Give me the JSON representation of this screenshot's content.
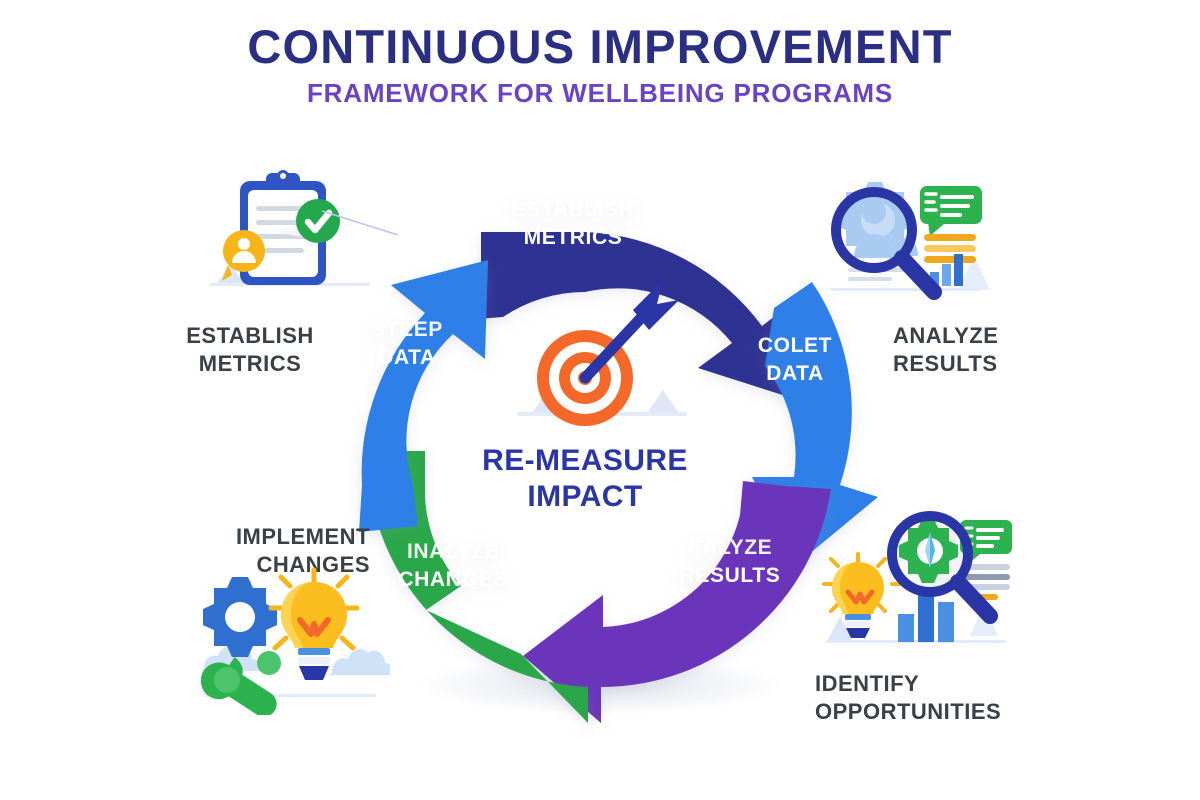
{
  "header": {
    "title": "CONTINUOUS IMPROVEMENT",
    "subtitle": "FRAMEWORK FOR WELLBEING PROGRAMS",
    "title_color": "#2b2f84",
    "subtitle_color": "#6a43c4"
  },
  "center": {
    "line1": "RE-MEASURE",
    "line2": "IMPACT",
    "color": "#2b36a6",
    "icon": "target-arrow-icon"
  },
  "cycle": {
    "type": "circular-process",
    "segment_count": 5,
    "direction": "clockwise",
    "segments": [
      {
        "id": "establish-metrics",
        "line1": "ESTABLISH",
        "line2": "METRICS",
        "color": "#2e3192",
        "position": "top"
      },
      {
        "id": "collect-data",
        "line1": "COLET",
        "line2": "DATA",
        "color": "#2f80e8",
        "position": "right"
      },
      {
        "id": "analyze-results",
        "line1": "SALYZE",
        "line2": "RESULTS",
        "color": "#6b34ba",
        "position": "bottom-right"
      },
      {
        "id": "implement-changes",
        "line1": "INALYZE",
        "line2": "CHANGES",
        "color": "#2ba84a",
        "position": "bottom-left"
      },
      {
        "id": "step-data",
        "line1": "STEEP",
        "line2": "DATA",
        "color": "#2f80e8",
        "position": "left"
      }
    ]
  },
  "outer_labels": [
    {
      "id": "establish-metrics",
      "line1": "ESTABLISH",
      "line2": "METRICS",
      "icon": "clipboard-check-icon"
    },
    {
      "id": "analyze-results",
      "line1": "ANALYZE",
      "line2": "RESULTS",
      "icon": "magnifier-gear-icon"
    },
    {
      "id": "identify-opportunities",
      "line1": "IDENTIFY",
      "line2": "OPPORTUNITIES",
      "icon": "magnifier-lightbulb-chart-icon"
    },
    {
      "id": "implement-changes",
      "line1": "IMPLEMENT",
      "line2": "CHANGES",
      "icon": "gear-lightbulb-wrench-icon"
    }
  ],
  "palette": {
    "dark_blue": "#2e3192",
    "blue": "#2f80e8",
    "purple": "#6b34ba",
    "green": "#2ba84a",
    "orange": "#f4692a",
    "yellow": "#fbbe1e",
    "label_gray": "#3a4048",
    "background": "#ffffff"
  }
}
